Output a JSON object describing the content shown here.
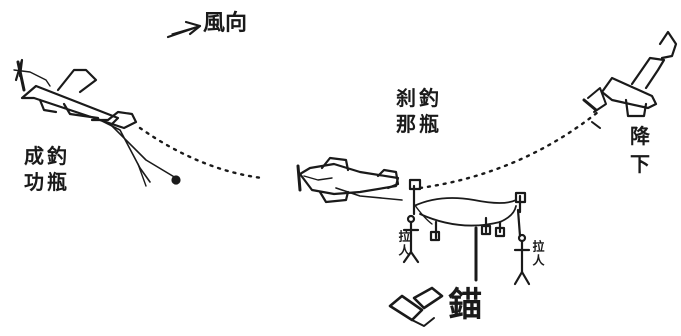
{
  "labels": {
    "wind": "風向",
    "success_line1": "成釣",
    "success_line2": "功瓶",
    "moment_line1": "刹釣",
    "moment_line2": "那瓶",
    "descend_1": "降",
    "descend_2": "下",
    "person_left": "拉人",
    "person_right": "拉人",
    "anchor": "錨"
  },
  "colors": {
    "ink": "#1a1a1a",
    "paper": "#ffffff"
  }
}
